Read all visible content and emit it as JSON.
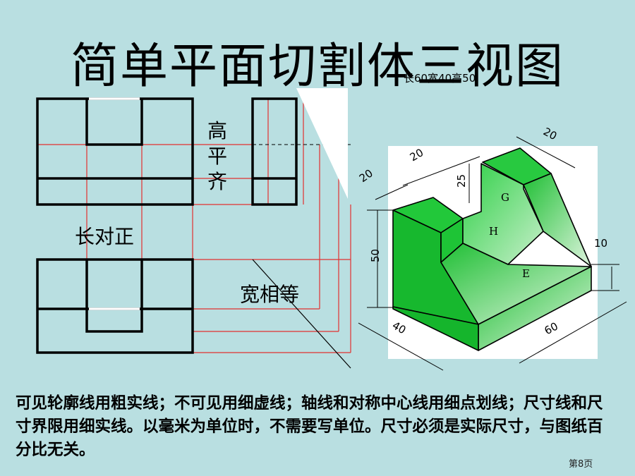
{
  "title": "简单平面切割体三视图",
  "dims_note": "长60宽40高50",
  "labels": {
    "height_align": "高平齐",
    "length_align": "长对正",
    "width_equal": "宽相等"
  },
  "iso": {
    "dims": {
      "d20_left": "20",
      "d20_mid": "20",
      "d20_right": "20",
      "d25": "25",
      "d50": "50",
      "d10": "10",
      "d40": "40",
      "d60": "60"
    },
    "faces": {
      "G": "G",
      "H": "H",
      "E": "E"
    }
  },
  "body_text": "可见轮廓线用粗实线；不可见用细虚线；轴线和对称中心线用细点划线；尺寸线和尺寸界限用细实线。以毫米为单位时，不需要写单位。尺寸必须是实际尺寸，与图纸百分比无关。",
  "page": "第8页",
  "colors": {
    "background": "#b9dfe1",
    "construction": "#e23030",
    "solid_green": "#22c83a"
  }
}
